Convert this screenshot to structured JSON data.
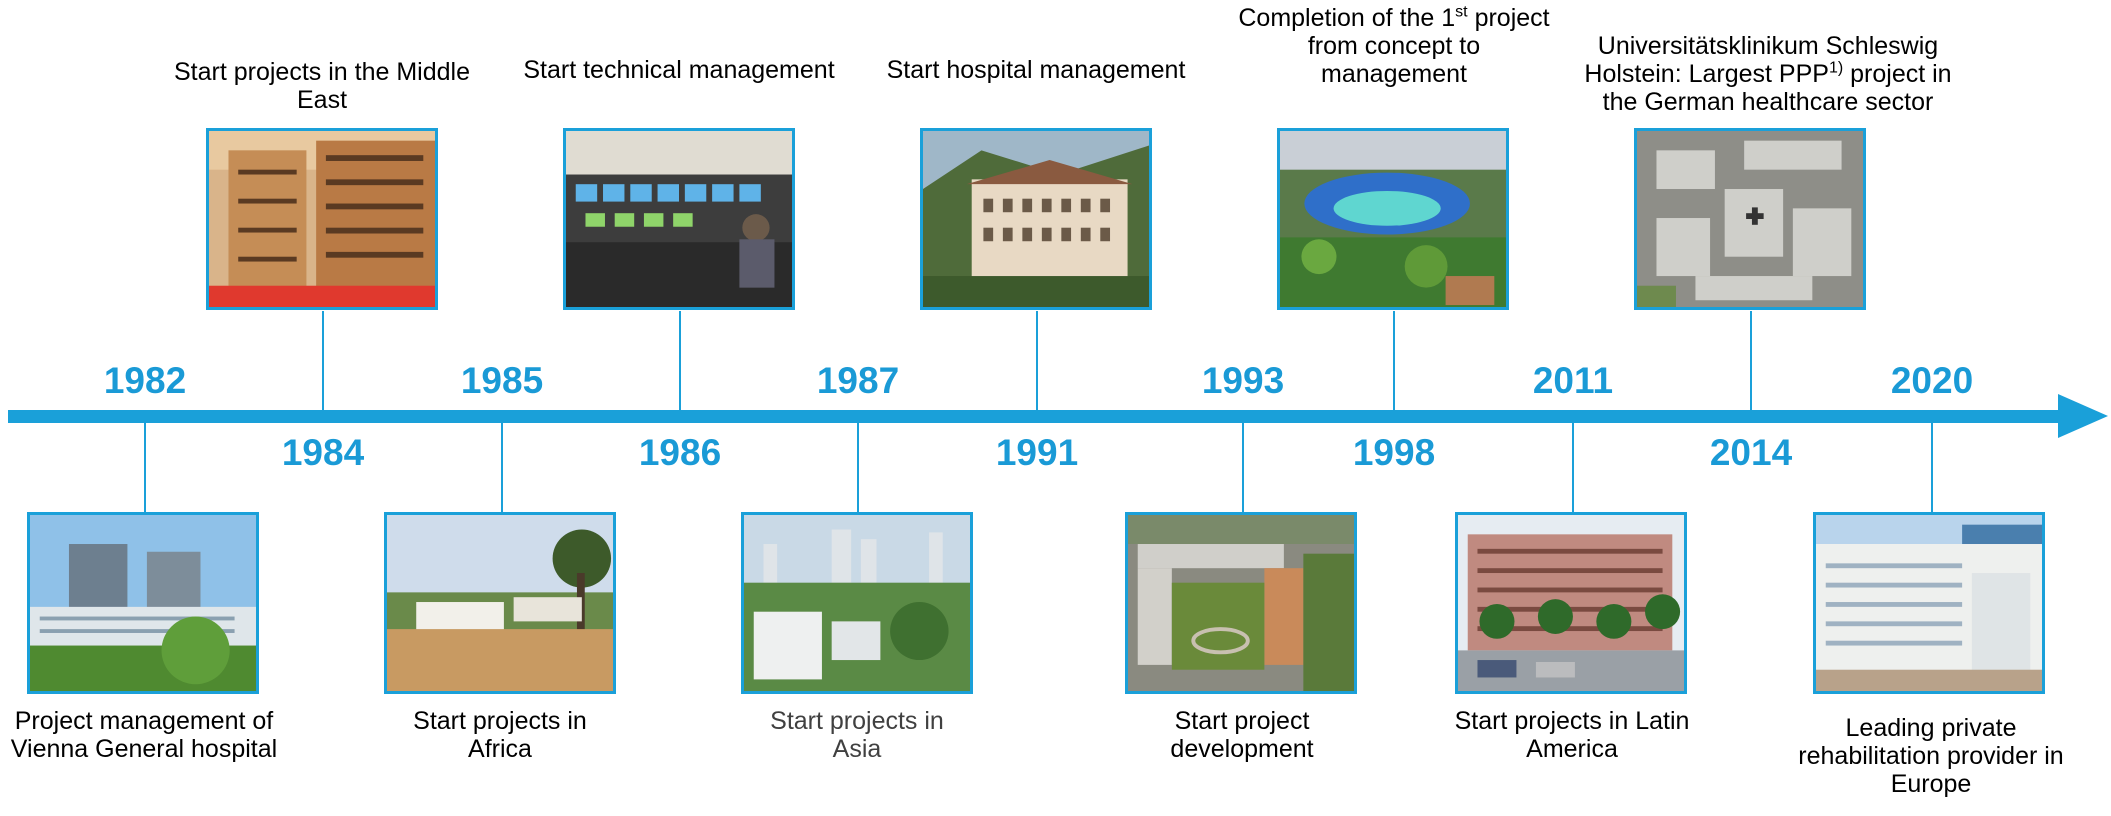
{
  "colors": {
    "accent": "#1aa0d9",
    "text": "#000000"
  },
  "timeline": {
    "top_milestones": [
      {
        "year": "1984",
        "caption": "Start projects in the Middle East",
        "image": "middle-east-building-photo"
      },
      {
        "year": "1986",
        "caption": "Start technical management",
        "image": "control-room-photo"
      },
      {
        "year": "1991",
        "caption": "Start hospital management",
        "image": "hospital-building-photo"
      },
      {
        "year": "1998",
        "caption_pre": "Completion of the 1",
        "caption_sup": "st",
        "caption_post": " project from concept to management",
        "image": "resort-aerial-photo"
      },
      {
        "year": "2014",
        "caption_pre": "Universitätsklinikum Schleswig Holstein: Largest PPP",
        "caption_sup": "1)",
        "caption_post": " project in the German healthcare sector",
        "image": "university-hospital-aerial-photo"
      }
    ],
    "bottom_milestones": [
      {
        "year": "1982",
        "caption": "Project management of Vienna General hospital",
        "image": "vienna-hospital-photo"
      },
      {
        "year": "1985",
        "caption": "Start projects in Africa",
        "image": "africa-buildings-photo"
      },
      {
        "year": "1987",
        "caption": "Start projects in Asia",
        "image": "asia-city-photo"
      },
      {
        "year": "1993",
        "caption": "Start project development",
        "image": "campus-aerial-photo"
      },
      {
        "year": "2011",
        "caption": "Start projects in Latin America",
        "image": "latin-america-building-photo"
      },
      {
        "year": "2020",
        "caption": "Leading private rehabilitation provider in Europe",
        "image": "rehabilitation-clinic-photo"
      }
    ]
  }
}
